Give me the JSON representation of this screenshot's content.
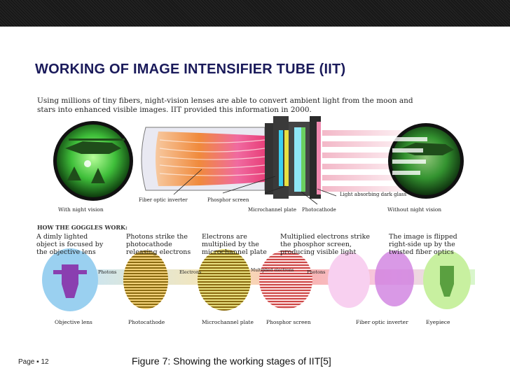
{
  "slide": {
    "title": "WORKING OF IMAGE INTENSIFIER TUBE (IIT)",
    "caption": "Figure 7: Showing the working stages of IIT[5]",
    "page_label": "Page",
    "page_number": "12"
  },
  "figure": {
    "intro": "Using millions of tiny fibers, night-vision lenses are able to convert ambient light from the moon and stars into enhanced visible images. IIT provided this information in 2000.",
    "left_label": "With night vision",
    "right_label": "Without night vision",
    "tube_labels": {
      "fiber_optic_inverter": "Fiber optic inverter",
      "phosphor_screen": "Phosphor screen",
      "microchannel_plate": "Microchannel plate",
      "photocathode": "Photocathode",
      "light_absorbing": "Light absorbing dark glass"
    },
    "how_title": "HOW THE GOGGLES WORK:",
    "stages": [
      "A dimly lighted object is focused by the objective lens",
      "Photons strike the photocathode releasing electrons",
      "Electrons are multiplied by the microchannel plate",
      "Multiplied electrons strike the phosphor screen, producing visible light",
      "The image is flipped right-side up by the twisted fiber optics"
    ],
    "flow_labels": {
      "photons_1": "Photons",
      "electrons": "Electrons",
      "multiplied": "Multiplied electrons",
      "photons_2": "Photons"
    },
    "bottom_labels": {
      "objective_lens": "Objective lens",
      "photocathode": "Photocathode",
      "microchannel_plate": "Microchannel plate",
      "phosphor_screen": "Phosphor screen",
      "fiber_optic_inverter": "Fiber optic inverter",
      "eyepiece": "Eyepiece"
    }
  },
  "colors": {
    "title": "#1a1a5a",
    "night_green": "#3fbf3a",
    "tube_orange": "#f08a3c",
    "tube_pink": "#f06aa0"
  }
}
